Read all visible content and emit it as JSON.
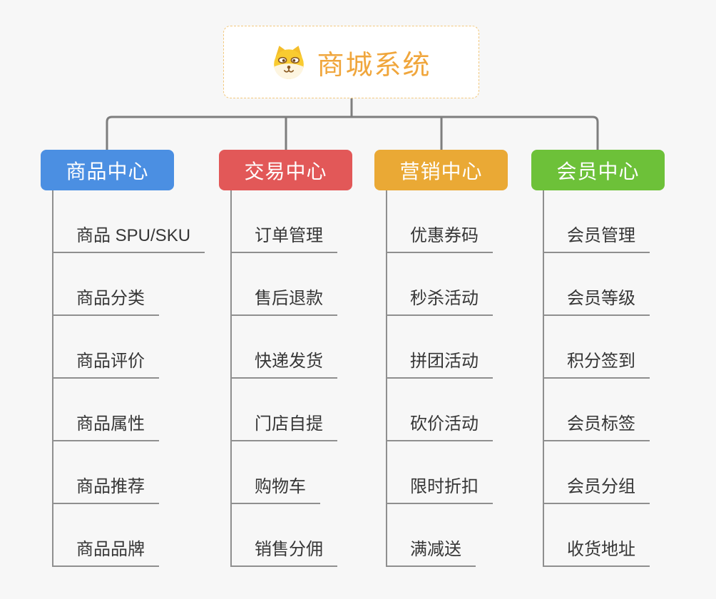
{
  "root": {
    "title": "商城系统",
    "icon": "dog-face-icon",
    "title_color": "#f0a63c",
    "border_color": "#f2c87d"
  },
  "connector_color": "#7e7e7e",
  "background_color": "#f7f7f7",
  "categories": [
    {
      "label": "商品中心",
      "color": "#4b8fe2",
      "items": [
        "商品 SPU/SKU",
        "商品分类",
        "商品评价",
        "商品属性",
        "商品推荐",
        "商品品牌"
      ]
    },
    {
      "label": "交易中心",
      "color": "#e25858",
      "items": [
        "订单管理",
        "售后退款",
        "快递发货",
        "门店自提",
        "购物车",
        "销售分佣"
      ]
    },
    {
      "label": "营销中心",
      "color": "#eaa935",
      "items": [
        "优惠券码",
        "秒杀活动",
        "拼团活动",
        "砍价活动",
        "限时折扣",
        "满减送"
      ]
    },
    {
      "label": "会员中心",
      "color": "#6dc139",
      "items": [
        "会员管理",
        "会员等级",
        "积分签到",
        "会员标签",
        "会员分组",
        "收货地址"
      ]
    }
  ]
}
